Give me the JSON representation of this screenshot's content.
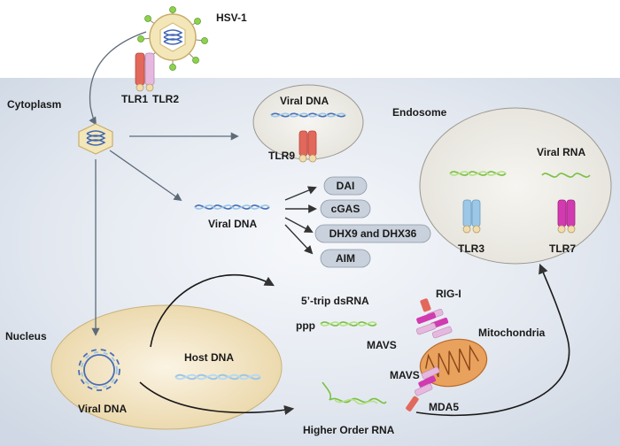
{
  "labels": {
    "hsv": "HSV-1",
    "tlr1": "TLR1",
    "tlr2": "TLR2",
    "cytoplasm": "Cytoplasm",
    "endosome": "Endosome",
    "viral_dna_top": "Viral DNA",
    "tlr9": "TLR9",
    "viral_dna_mid": "Viral DNA",
    "viral_rna": "Viral RNA",
    "tlr3": "TLR3",
    "tlr7": "TLR7",
    "dsrna": "5’-trip dsRNA",
    "ppp": "ppp",
    "rigi": "RIG-I",
    "mavs1": "MAVS",
    "mavs2": "MAVS",
    "mitochondria": "Mitochondria",
    "mda5": "MDA5",
    "nucleus": "Nucleus",
    "host_dna": "Host DNA",
    "viral_dna_nucleus": "Viral DNA",
    "higher_rna": "Higher Order RNA"
  },
  "sensors": [
    "DAI",
    "cGAS",
    "DHX9 and DHX36",
    "AIM"
  ],
  "colors": {
    "cell_bg": "#dde4ee",
    "endosome_fill": "#ebeae4",
    "nucleus_fill": "#ecd9ad",
    "dna_blue": "#4a6fb5",
    "rna_green": "#7ac143",
    "tlr_red": "#e2685c",
    "tlr_pink": "#d13ab0",
    "tlr_blue": "#9cc7e6",
    "mito_orange": "#e9a15e",
    "sensor_pill": "#c9d1dc"
  },
  "icons": [
    "hsv-virion-icon",
    "capsid-icon",
    "mitochondria-icon",
    "arrow-icon"
  ]
}
